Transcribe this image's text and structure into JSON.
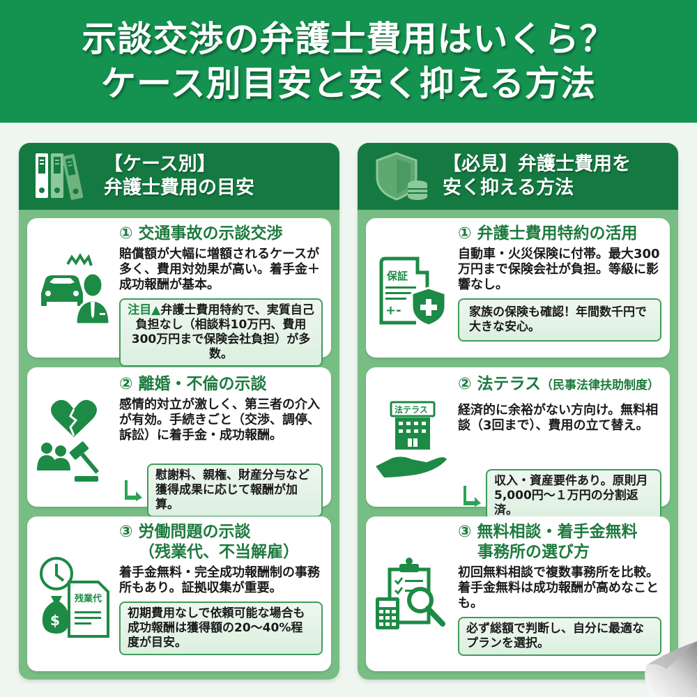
{
  "header": {
    "title_line1": "示談交渉の弁護士費用はいくら？",
    "title_line2": "ケース別目安と安く抑える方法"
  },
  "colors": {
    "header_green": "#14924f",
    "panel_head_green": "#157a42",
    "panel_body_green": "#77bd84",
    "accent_text_green": "#1d7a3e",
    "background": "#eef6ef"
  },
  "left_panel": {
    "icon": "binders-icon",
    "title_line1": "【ケース別】",
    "title_line2": "弁護士費用の目安",
    "cards": [
      {
        "icon": "car-accident-person-icon",
        "title": "① 交通事故の示談交渉",
        "desc": "賠償額が大幅に増額されるケースが多く、費用対効果が高い。着手金＋成功報酬が基本。",
        "note_highlight": "注目▲",
        "note": "弁護士費用特約で、実質自己負担なし（相談料10万円、費用300万円まで保険会社負担）が多数。"
      },
      {
        "icon": "broken-heart-gavel-icon",
        "title": "② 離婚・不倫の示談",
        "desc": "感情的対立が激しく、第三者の介入が有効。手続きごと（交渉、調停、訴訟）に着手金・成功報酬。",
        "note": "慰謝料、親権、財産分与など獲得成果に応じて報酬が加算。"
      },
      {
        "icon": "clock-money-document-icon",
        "icon_label": "残業代",
        "title": "③ 労働問題の示談",
        "subtitle": "（残業代、不当解雇）",
        "desc": "着手金無料・完全成功報酬制の事務所もあり。証拠収集が重要。",
        "note": "初期費用なしで依頼可能な場合も成功報酬は獲得額の20〜40%程度が目安。"
      }
    ]
  },
  "right_panel": {
    "icon": "shield-coins-icon",
    "title_line1": "【必見】弁護士費用を",
    "title_line2": "安く抑える方法",
    "cards": [
      {
        "icon": "insurance-document-shield-icon",
        "icon_label": "保証",
        "title": "① 弁護士費用特約の活用",
        "desc": "自動車・火災保険に付帯。最大300万円まで保険会社が負担。等級に影響なし。",
        "note": "家族の保険も確認！年間数千円で大きな安心。"
      },
      {
        "icon": "building-hand-icon",
        "icon_label": "法テラス",
        "title": "② 法テラス",
        "title_sub": "（民事法律扶助制度）",
        "desc": "経済的に余裕がない方向け。無料相談（3回まで）、費用の立て替え。",
        "note": "収入・資産要件あり。原則月5,000円〜１万円の分割返済。"
      },
      {
        "icon": "clipboard-calculator-magnifier-icon",
        "title": "③ 無料相談・着手金無料",
        "title_line2": "事務所の選び方",
        "desc": "初回無料相談で複数事務所を比較。着手金無料は成功報酬が高めなことも。",
        "note": "必ず総額で判断し、自分に最適なプランを選択。"
      }
    ]
  }
}
